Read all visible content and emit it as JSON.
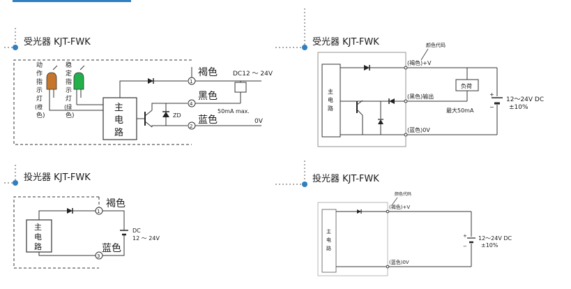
{
  "top_left": {
    "title": "受光器 KJT-FWK",
    "led_action_label": [
      "动",
      "作",
      "指",
      "示",
      "灯",
      "(橙",
      "色)"
    ],
    "led_stable_label": [
      "稳",
      "定",
      "指",
      "示",
      "灯",
      "(绿",
      "色)"
    ],
    "main_circuit": [
      "主",
      "电",
      "路"
    ],
    "wire_brown": "褐色",
    "wire_black": "黑色",
    "wire_blue": "蓝色",
    "supply": "DC12 ～ 24V",
    "max_current": "50mA max.",
    "zero_volt": "0V",
    "zd": "ZD",
    "pin1": "1",
    "pin2": "2",
    "pin4": "4"
  },
  "bottom_left": {
    "title": "投光器 KJT-FWK",
    "main_circuit": [
      "主",
      "电",
      "路"
    ],
    "wire_brown": "褐色",
    "wire_blue": "蓝色",
    "supply_dc": "DC",
    "supply_range": "12 ～ 24V",
    "pin1": "1",
    "pin3": "3"
  },
  "top_right": {
    "title": "受光器 KJT-FWK",
    "color_code": "颜色代码",
    "brown_v": "(褐色)+V",
    "black_out": "(黑色)输出",
    "blue_0v": "(蓝色)0V",
    "load": "负荷",
    "max_current": "最大50mA",
    "supply": "12～24V DC",
    "tolerance": "±10%",
    "main_circuit": [
      "主",
      "电",
      "路"
    ],
    "plus": "+",
    "minus": "−"
  },
  "bottom_right": {
    "title": "投光器 KJT-FWK",
    "color_code": "颜色代码",
    "brown_v": "(褐色)+V",
    "blue_0v": "(蓝色)0V",
    "supply": "12～24V DC",
    "tolerance": "±10%",
    "main_circuit": [
      "主",
      "电",
      "路"
    ],
    "plus": "+",
    "minus": "−"
  },
  "colors": {
    "accent_blue": "#2f7fc1",
    "led_orange": "#c5762a",
    "led_green": "#22b04a"
  }
}
